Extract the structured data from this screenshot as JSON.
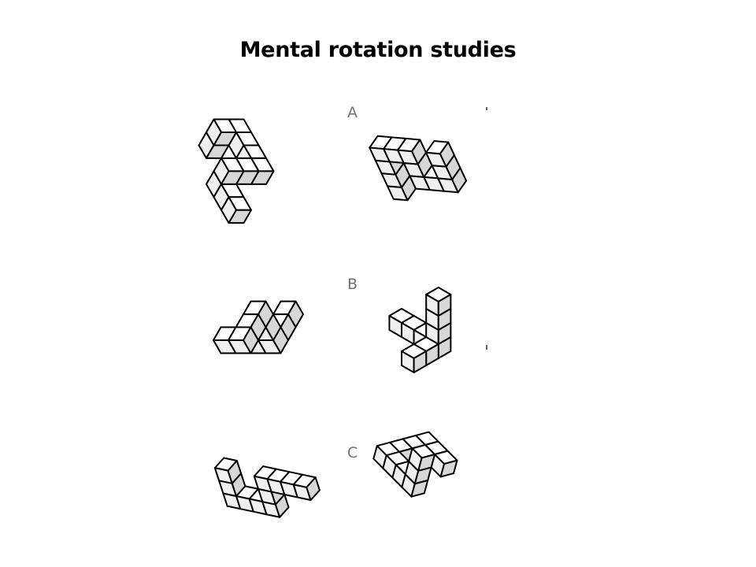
{
  "title": "Mental rotation studies",
  "panels": [
    {
      "label": "A"
    },
    {
      "label": "B"
    },
    {
      "label": "C"
    }
  ]
}
